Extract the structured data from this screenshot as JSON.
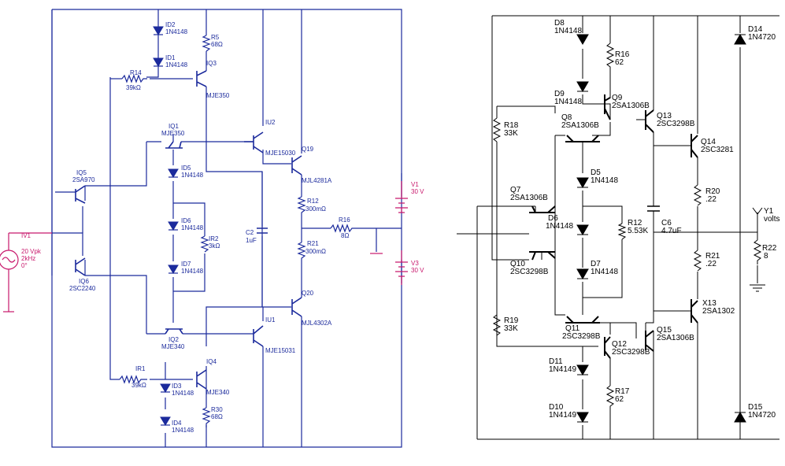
{
  "left": {
    "ID2": {
      "name": "ID2",
      "part": "1N4148"
    },
    "ID1": {
      "name": "ID1",
      "part": "1N4148"
    },
    "R5": {
      "name": "R5",
      "val": "68Ω"
    },
    "IQ3": {
      "name": "IQ3",
      "part": "MJE350"
    },
    "R14": {
      "name": "R14",
      "val": "39kΩ"
    },
    "IQ1": {
      "name": "IQ1",
      "part": "MJE350"
    },
    "IU2": {
      "name": "IU2",
      "part": "MJE15030"
    },
    "Q19": {
      "name": "Q19",
      "part": "MJL4281A"
    },
    "ID5": {
      "name": "ID5",
      "part": "1N4148"
    },
    "IQ5": {
      "name": "IQ5",
      "part": "2SA970"
    },
    "ID6": {
      "name": "ID6",
      "part": "1N4148"
    },
    "IR2": {
      "name": "IR2",
      "val": "3kΩ"
    },
    "ID7": {
      "name": "ID7",
      "part": "1N4148"
    },
    "C2": {
      "name": "C2",
      "val": "1uF"
    },
    "R12": {
      "name": "R12",
      "val": "300mΩ"
    },
    "R16": {
      "name": "R16",
      "val": "8Ω"
    },
    "R21": {
      "name": "R21",
      "val": "300mΩ"
    },
    "V1": {
      "name": "V1",
      "val": "30 V"
    },
    "V3": {
      "name": "V3",
      "val": "30 V"
    },
    "IV1": {
      "name": "IV1",
      "l1": "20 Vpk",
      "l2": "2kHz",
      "l3": "0°"
    },
    "IQ6": {
      "name": "IQ6",
      "part": "2SC2240"
    },
    "Q20": {
      "name": "Q20",
      "part": "MJL4302A"
    },
    "IQ2": {
      "name": "IQ2",
      "part": "MJE340"
    },
    "IU1": {
      "name": "IU1",
      "part": "MJE15031"
    },
    "IQ4": {
      "name": "IQ4",
      "part": "MJE340"
    },
    "IR1": {
      "name": "IR1",
      "val": "39kΩ"
    },
    "ID3": {
      "name": "ID3",
      "part": "1N4148"
    },
    "ID4": {
      "name": "ID4",
      "part": "1N4148"
    },
    "R30": {
      "name": "R30",
      "val": "68Ω"
    }
  },
  "right": {
    "D8": {
      "name": "D8",
      "part": "1N4148"
    },
    "R16": {
      "name": "R16",
      "val": "62"
    },
    "D14": {
      "name": "D14",
      "part": "1N4720"
    },
    "D9": {
      "name": "D9",
      "part": "1N4148"
    },
    "Q9": {
      "name": "Q9",
      "part": "2SA1306B"
    },
    "Q13": {
      "name": "Q13",
      "part": "2SC3298B"
    },
    "R18": {
      "name": "R18",
      "val": "33K"
    },
    "Q8": {
      "name": "Q8",
      "part": "2SA1306B"
    },
    "Q14": {
      "name": "Q14",
      "part": "2SC3281"
    },
    "D5": {
      "name": "D5",
      "part": "1N4148"
    },
    "Q7": {
      "name": "Q7",
      "part": "2SA1306B"
    },
    "R20": {
      "name": "R20",
      "val": ".22"
    },
    "D6": {
      "name": "D6",
      "part": "1N4148"
    },
    "R12": {
      "name": "R12",
      "val": "5.53K"
    },
    "C6": {
      "name": "C6",
      "val": "4.7uF"
    },
    "Y1": {
      "name": "Y1",
      "val": "volts"
    },
    "R22": {
      "name": "R22",
      "val": "8"
    },
    "Q10": {
      "name": "Q10",
      "part": "2SC3298B"
    },
    "R21": {
      "name": "R21",
      "val": ".22"
    },
    "D7": {
      "name": "D7",
      "part": "1N4148"
    },
    "X13": {
      "name": "X13",
      "part": "2SA1302"
    },
    "R19": {
      "name": "R19",
      "val": "33K"
    },
    "Q11": {
      "name": "Q11",
      "part": "2SC3298B"
    },
    "Q15": {
      "name": "Q15",
      "part": "2SA1306B"
    },
    "Q12": {
      "name": "Q12",
      "part": "2SC3298B"
    },
    "D11": {
      "name": "D11",
      "part": "1N4149"
    },
    "R17": {
      "name": "R17",
      "val": "62"
    },
    "D10": {
      "name": "D10",
      "part": "1N4149"
    },
    "D15": {
      "name": "D15",
      "part": "1N4720"
    }
  }
}
